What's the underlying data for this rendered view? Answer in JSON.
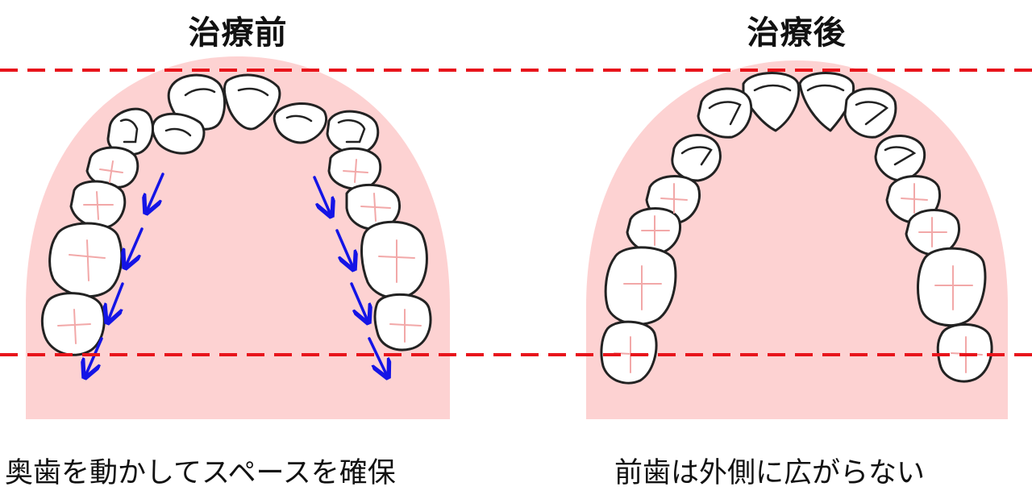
{
  "before": {
    "title": "治療前",
    "caption": "奥歯を動かしてスペースを確保"
  },
  "after": {
    "title": "治療後",
    "caption": "前歯は外側に広がらない"
  },
  "colors": {
    "gum": "#fdd2d2",
    "tooth_fill": "#ffffff",
    "tooth_outline": "#222222",
    "root_lines": "#f2a8a8",
    "reference_line": "#e8141b",
    "arrow": "#1414e6"
  }
}
